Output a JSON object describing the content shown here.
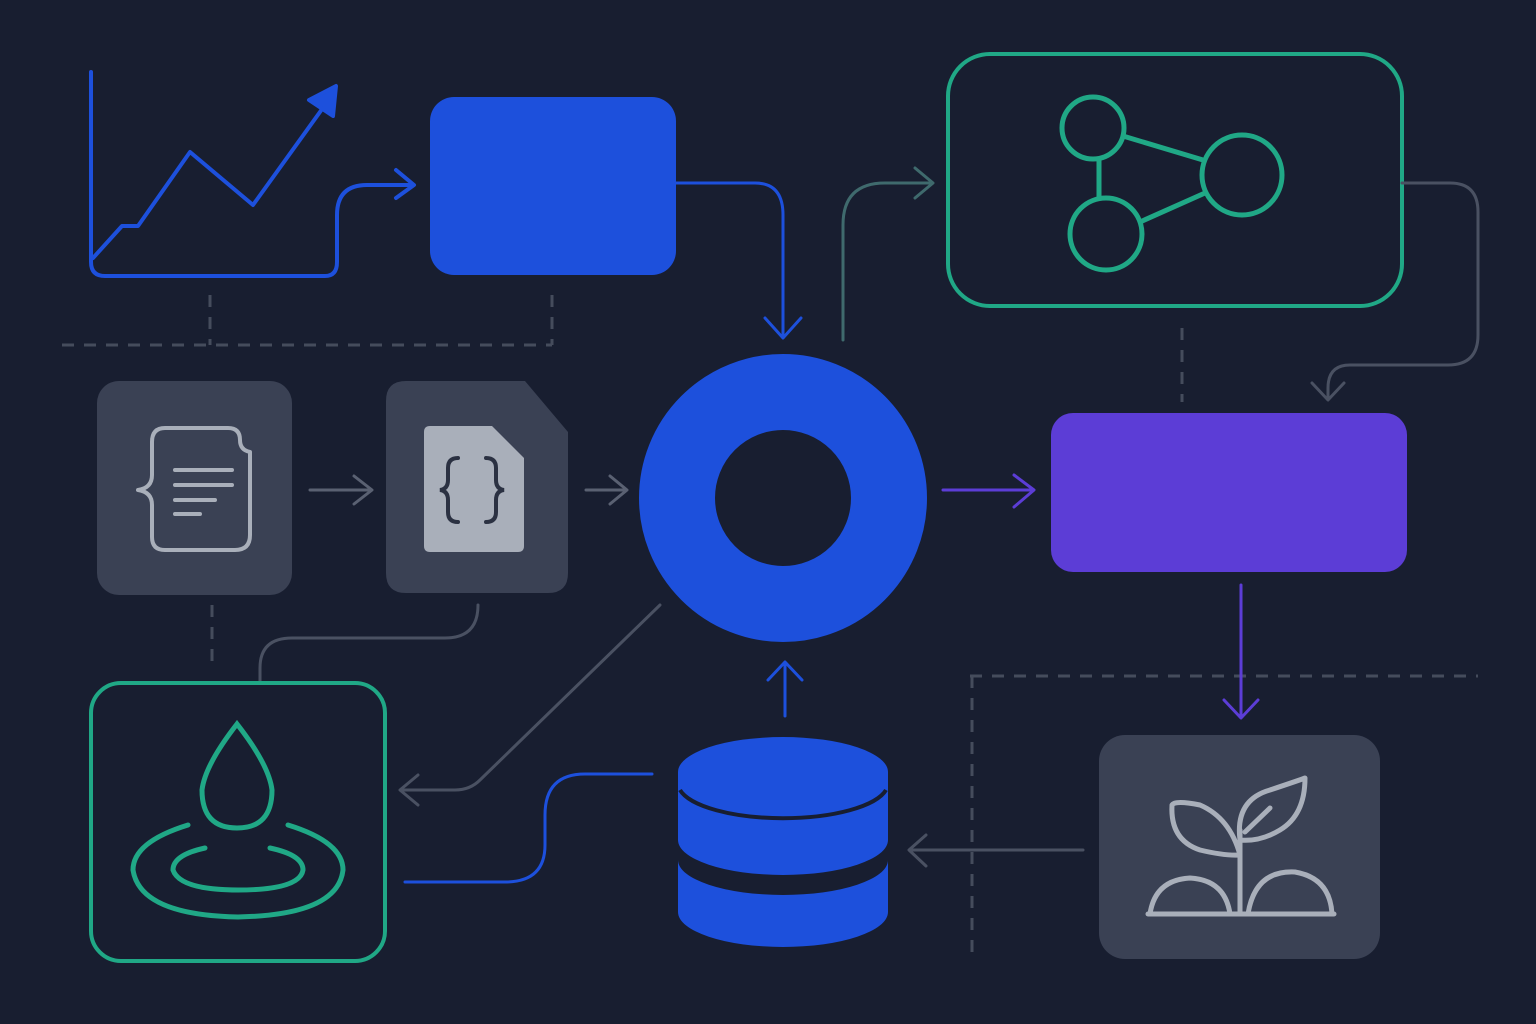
{
  "colors": {
    "background": "#181e30",
    "primary_blue": "#1d50dc",
    "accent_purple": "#5c3dd6",
    "accent_green": "#20a886",
    "tile_gray": "#3a4154",
    "icon_gray": "#a9afba",
    "connector_gray": "#4a5162",
    "dash_gray": "#454c5c"
  },
  "nodes": [
    {
      "id": "trend-chart",
      "icon": "line-chart-arrow-icon"
    },
    {
      "id": "blue-block",
      "icon": "none"
    },
    {
      "id": "network-graph",
      "icon": "graph-nodes-icon"
    },
    {
      "id": "document",
      "icon": "document-braces-icon"
    },
    {
      "id": "json-file",
      "icon": "json-file-icon"
    },
    {
      "id": "hub-ring",
      "icon": "ring-icon"
    },
    {
      "id": "purple-block",
      "icon": "none"
    },
    {
      "id": "water-drop",
      "icon": "water-drop-icon"
    },
    {
      "id": "database",
      "icon": "database-icon"
    },
    {
      "id": "plant",
      "icon": "sprout-icon"
    }
  ]
}
